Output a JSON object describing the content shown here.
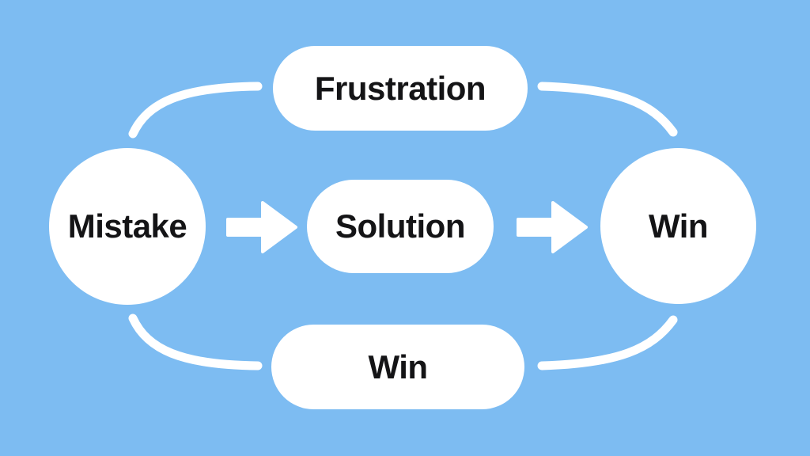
{
  "colors": {
    "background": "#7DBCF2",
    "shape_fill": "#FFFFFF",
    "text": "#141416"
  },
  "diagram": {
    "type": "flow",
    "nodes": {
      "mistake": {
        "label": "Mistake",
        "shape": "circle"
      },
      "frustration": {
        "label": "Frustration",
        "shape": "pill"
      },
      "solution": {
        "label": "Solution",
        "shape": "pill"
      },
      "win_bottom": {
        "label": "Win",
        "shape": "pill"
      },
      "win": {
        "label": "Win",
        "shape": "circle"
      }
    },
    "edges": [
      {
        "from": "mistake",
        "to": "frustration",
        "style": "curve"
      },
      {
        "from": "frustration",
        "to": "win",
        "style": "curve"
      },
      {
        "from": "mistake",
        "to": "solution",
        "style": "block-arrow"
      },
      {
        "from": "solution",
        "to": "win",
        "style": "block-arrow"
      },
      {
        "from": "mistake",
        "to": "win_bottom",
        "style": "curve"
      },
      {
        "from": "win_bottom",
        "to": "win",
        "style": "curve"
      }
    ]
  }
}
